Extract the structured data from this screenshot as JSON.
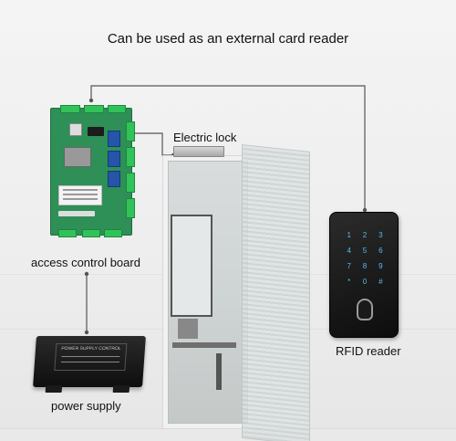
{
  "header": {
    "title": "Can be used as an external card reader"
  },
  "labels": {
    "electric_lock": "Electric lock",
    "access_control_board": "access control board",
    "power_supply": "power supply",
    "rfid_reader": "RFID reader"
  },
  "psu_plate_text": "POWER SUPPLY CONTROL",
  "reader_keys": [
    "1",
    "2",
    "3",
    "4",
    "5",
    "6",
    "7",
    "8",
    "9",
    "*",
    "0",
    "#"
  ],
  "colors": {
    "wire": "#555555",
    "pcb": "#2e8f57",
    "terminal": "#32c25a",
    "reader_keys": "#5ab9f2"
  }
}
